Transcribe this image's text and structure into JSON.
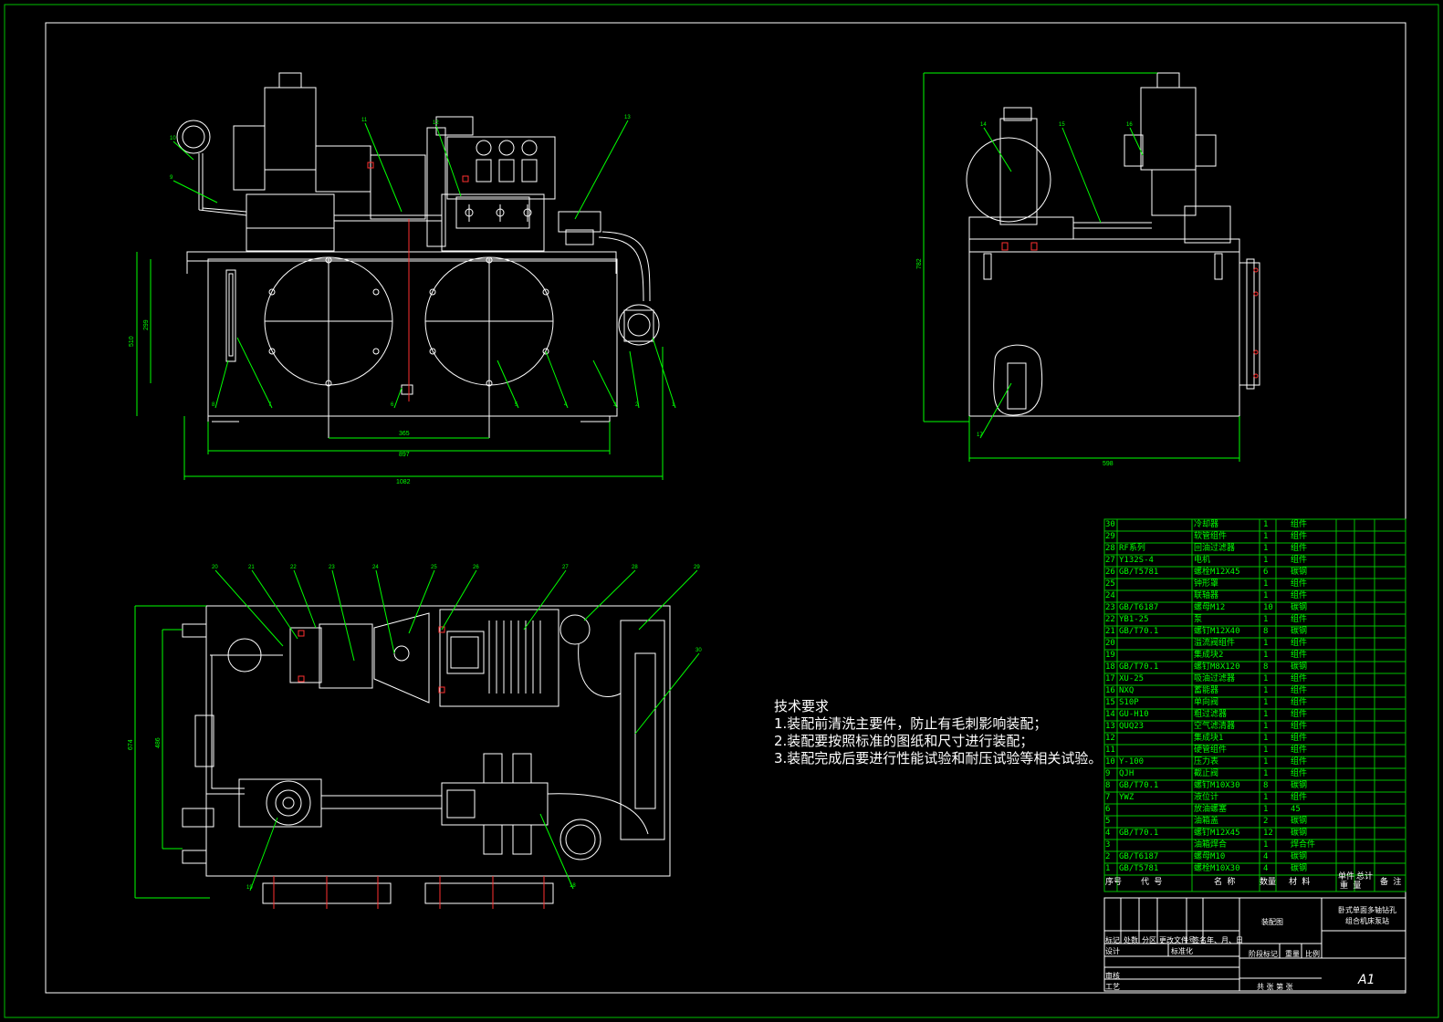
{
  "colors": {
    "bg": "#000000",
    "line": "#ffffff",
    "border": "#00c000",
    "dim": "#00ff00",
    "leader": "#00ff00",
    "center": "#ff3030",
    "bolt": "#ffff00",
    "bom_text": "#00ff00"
  },
  "front_view": {
    "dimensions": [
      "510",
      "299",
      "365",
      "897",
      "1082"
    ],
    "part_labels": [
      "11",
      "12",
      "13",
      "10",
      "9",
      "8",
      "7",
      "6",
      "5",
      "4",
      "3",
      "2",
      "1"
    ]
  },
  "side_view": {
    "dimensions": [
      "782",
      "598"
    ],
    "part_labels": [
      "14",
      "15",
      "16",
      "17"
    ]
  },
  "top_view": {
    "dimensions": [
      "674",
      "486"
    ],
    "part_labels": [
      "20",
      "21",
      "22",
      "23",
      "24",
      "25",
      "26",
      "27",
      "28",
      "29",
      "30",
      "19",
      "18"
    ]
  },
  "notes": {
    "title": "技术要求",
    "lines": [
      "1.装配前清洗主要件，防止有毛刺影响装配；",
      "2.装配要按照标准的图纸和尺寸进行装配；",
      "3.装配完成后要进行性能试验和耐压试验等相关试验。"
    ]
  },
  "bom": {
    "headers": {
      "seq": "序号",
      "code": "代  号",
      "name": "名  称",
      "qty": "数量",
      "material": "材  料",
      "unit": "单件",
      "total": "总计",
      "weight": "重  量",
      "remark": "备 注"
    },
    "rows": [
      {
        "seq": "30",
        "code": "",
        "name": "冷却器",
        "qty": "1",
        "material": "组件"
      },
      {
        "seq": "29",
        "code": "",
        "name": "软管组件",
        "qty": "1",
        "material": "组件"
      },
      {
        "seq": "28",
        "code": "RF系列",
        "name": "回油过滤器",
        "qty": "1",
        "material": "组件"
      },
      {
        "seq": "27",
        "code": "Y132S-4",
        "name": "电机",
        "qty": "1",
        "material": "组件"
      },
      {
        "seq": "26",
        "code": "GB/T5781",
        "name": "螺栓M12X45",
        "qty": "6",
        "material": "碳钢"
      },
      {
        "seq": "25",
        "code": "",
        "name": "钟形罩",
        "qty": "1",
        "material": "组件"
      },
      {
        "seq": "24",
        "code": "",
        "name": "联轴器",
        "qty": "1",
        "material": "组件"
      },
      {
        "seq": "23",
        "code": "GB/T6187",
        "name": "螺母M12",
        "qty": "10",
        "material": "碳钢"
      },
      {
        "seq": "22",
        "code": "YB1-25",
        "name": "泵",
        "qty": "1",
        "material": "组件"
      },
      {
        "seq": "21",
        "code": "GB/T70.1",
        "name": "螺钉M12X40",
        "qty": "8",
        "material": "碳钢"
      },
      {
        "seq": "20",
        "code": "",
        "name": "溢流阀组件",
        "qty": "1",
        "material": "组件"
      },
      {
        "seq": "19",
        "code": "",
        "name": "集成块2",
        "qty": "1",
        "material": "组件"
      },
      {
        "seq": "18",
        "code": "GB/T70.1",
        "name": "螺钉M8X120",
        "qty": "8",
        "material": "碳钢"
      },
      {
        "seq": "17",
        "code": "XU-25",
        "name": "吸油过滤器",
        "qty": "1",
        "material": "组件"
      },
      {
        "seq": "16",
        "code": "NXQ",
        "name": "蓄能器",
        "qty": "1",
        "material": "组件"
      },
      {
        "seq": "15",
        "code": "S10P",
        "name": "单向阀",
        "qty": "1",
        "material": "组件"
      },
      {
        "seq": "14",
        "code": "GU-H10",
        "name": "粗过滤器",
        "qty": "1",
        "material": "组件"
      },
      {
        "seq": "13",
        "code": "QUQ23",
        "name": "空气滤清器",
        "qty": "1",
        "material": "组件"
      },
      {
        "seq": "12",
        "code": "",
        "name": "集成块1",
        "qty": "1",
        "material": "组件"
      },
      {
        "seq": "11",
        "code": "",
        "name": "硬管组件",
        "qty": "1",
        "material": "组件"
      },
      {
        "seq": "10",
        "code": "Y-100",
        "name": "压力表",
        "qty": "1",
        "material": "组件"
      },
      {
        "seq": "9",
        "code": "QJH",
        "name": "截止阀",
        "qty": "1",
        "material": "组件"
      },
      {
        "seq": "8",
        "code": "GB/T70.1",
        "name": "螺钉M10X30",
        "qty": "8",
        "material": "碳钢"
      },
      {
        "seq": "7",
        "code": "YWZ",
        "name": "液位计",
        "qty": "1",
        "material": "组件"
      },
      {
        "seq": "6",
        "code": "",
        "name": "放油螺塞",
        "qty": "1",
        "material": "45"
      },
      {
        "seq": "5",
        "code": "",
        "name": "油箱盖",
        "qty": "2",
        "material": "碳钢"
      },
      {
        "seq": "4",
        "code": "GB/T70.1",
        "name": "螺钉M12X45",
        "qty": "12",
        "material": "碳钢"
      },
      {
        "seq": "3",
        "code": "",
        "name": "油箱焊合",
        "qty": "1",
        "material": "焊合件"
      },
      {
        "seq": "2",
        "code": "GB/T6187",
        "name": "螺母M10",
        "qty": "4",
        "material": "碳钢"
      },
      {
        "seq": "1",
        "code": "GB/T5781",
        "name": "螺栓M10X30",
        "qty": "4",
        "material": "碳钢"
      }
    ]
  },
  "title_block": {
    "drawing_type": "装配图",
    "title_line1": "卧式单面多轴钻孔",
    "title_line2": "组合机床泵站",
    "row1_labels": [
      "标记",
      "处数",
      "分区",
      "更改文件号",
      "签名",
      "年、月、日"
    ],
    "design": "设计",
    "standard": "标准化",
    "stage": "阶段标记",
    "weight": "重量",
    "scale": "比例",
    "review": "审核",
    "process": "工艺",
    "sheets": "共  张  第  张",
    "size": "A1"
  }
}
